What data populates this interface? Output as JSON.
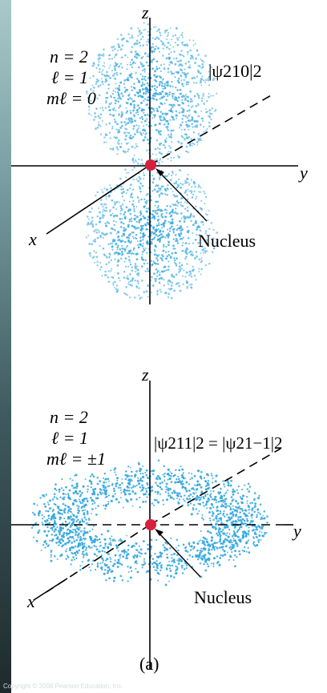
{
  "colors": {
    "cloud": "#38a9e0",
    "nucleus": "#d8203c",
    "axis": "#000000"
  },
  "top": {
    "quantum_numbers": {
      "n": "n = 2",
      "l": "ℓ = 1",
      "m": "mℓ = 0"
    },
    "psi_label": "|ψ210|2",
    "axis_labels": {
      "z": "z",
      "y": "y",
      "x": "x"
    },
    "nucleus_label": "Nucleus"
  },
  "bottom": {
    "quantum_numbers": {
      "n": "n = 2",
      "l": "ℓ = 1",
      "m": "mℓ = ±1"
    },
    "psi_label": "|ψ211|2 = |ψ21−1|2",
    "axis_labels": {
      "z": "z",
      "y": "y",
      "x": "x"
    },
    "nucleus_label": "Nucleus"
  },
  "caption": "(a)",
  "copyright": "Copyright © 2008 Pearson Education, Inc."
}
